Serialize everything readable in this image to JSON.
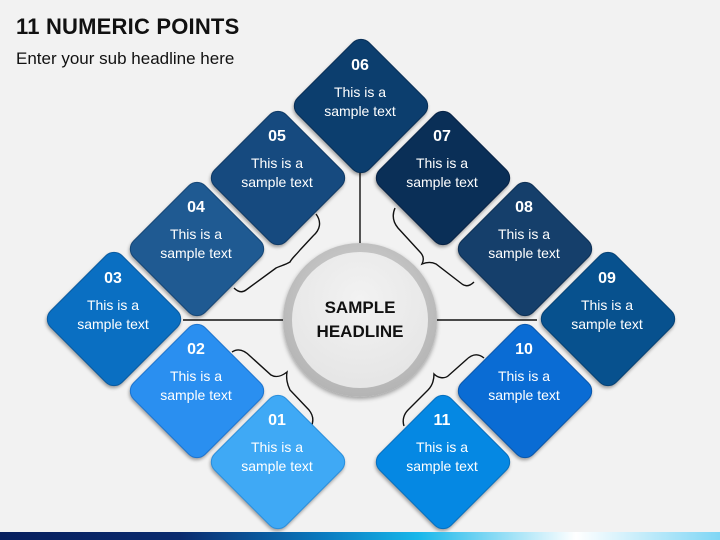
{
  "slide": {
    "title": "11 NUMERIC POINTS",
    "subtitle": "Enter your sub headline here"
  },
  "hub": {
    "line1": "SAMPLE",
    "line2": "HEADLINE"
  },
  "points": [
    {
      "num": "01",
      "line1": "This is a",
      "line2": "sample text",
      "color": "#3fa9f5",
      "border": "#2a8fdd"
    },
    {
      "num": "02",
      "line1": "This is a",
      "line2": "sample text",
      "color": "#2a8ff0",
      "border": "#1c74d0"
    },
    {
      "num": "03",
      "line1": "This is a",
      "line2": "sample text",
      "color": "#0a6fc2",
      "border": "#085aa0"
    },
    {
      "num": "04",
      "line1": "This is a",
      "line2": "sample text",
      "color": "#1f5a92",
      "border": "#164777"
    },
    {
      "num": "05",
      "line1": "This is a",
      "line2": "sample text",
      "color": "#164a7f",
      "border": "#0f3a66"
    },
    {
      "num": "06",
      "line1": "This is a",
      "line2": "sample text",
      "color": "#0c3e6e",
      "border": "#082f57"
    },
    {
      "num": "07",
      "line1": "This is a",
      "line2": "sample text",
      "color": "#0a2f57",
      "border": "#072346"
    },
    {
      "num": "08",
      "line1": "This is a",
      "line2": "sample text",
      "color": "#153f6b",
      "border": "#0e3055"
    },
    {
      "num": "09",
      "line1": "This is a",
      "line2": "sample text",
      "color": "#07518e",
      "border": "#054276"
    },
    {
      "num": "10",
      "line1": "This is a",
      "line2": "sample text",
      "color": "#0a6cd4",
      "border": "#0857ad"
    },
    {
      "num": "11",
      "line1": "This is a",
      "line2": "sample text",
      "color": "#0588e3",
      "border": "#0570c0"
    }
  ]
}
